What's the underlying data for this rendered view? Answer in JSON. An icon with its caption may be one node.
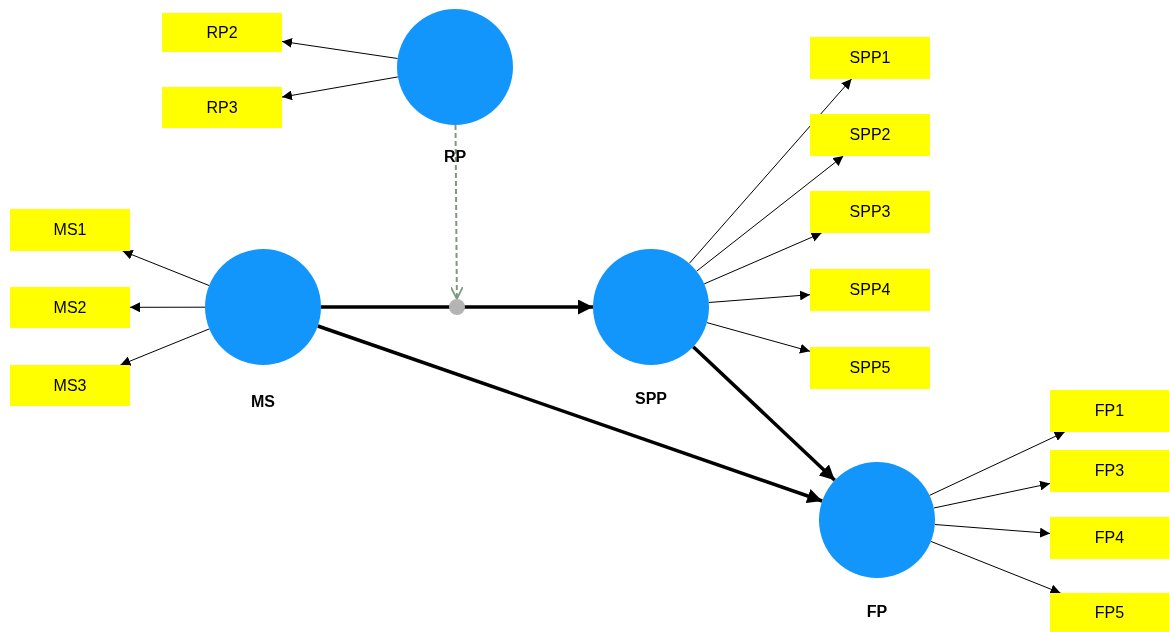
{
  "diagram": {
    "nodes": [
      {
        "text": [
          "RP"
        ]
      },
      {
        "text": [
          "RP2"
        ]
      },
      {
        "text": [
          "RP3"
        ]
      },
      {
        "text": [
          "MS"
        ]
      },
      {
        "text": [
          "MS1"
        ]
      },
      {
        "text": [
          "MS2"
        ]
      },
      {
        "text": [
          "MS3"
        ]
      },
      {
        "text": [
          "SPP"
        ]
      },
      {
        "text": [
          "SPP1"
        ]
      },
      {
        "text": [
          "SPP2"
        ]
      },
      {
        "text": [
          "SPP3"
        ]
      },
      {
        "text": [
          "SPP4"
        ]
      },
      {
        "text": [
          "SPP5"
        ]
      },
      {
        "text": [
          "FP"
        ]
      },
      {
        "text": [
          "FP1"
        ]
      },
      {
        "text": [
          "FP3"
        ]
      },
      {
        "text": [
          "FP4"
        ]
      },
      {
        "text": [
          "FP5"
        ]
      },
      {
        "text": [],
        "shape": "circle"
      }
    ],
    "edges": [
      {
        "from": 0,
        "to": 1,
        "arrow": "to"
      },
      {
        "from": 0,
        "to": 2,
        "arrow": "to"
      },
      {
        "from": 3,
        "to": 4,
        "arrow": "to"
      },
      {
        "from": 3,
        "to": 5,
        "arrow": "to"
      },
      {
        "from": 3,
        "to": 6,
        "arrow": "to"
      },
      {
        "from": 7,
        "to": 8,
        "arrow": "to"
      },
      {
        "from": 7,
        "to": 9,
        "arrow": "to"
      },
      {
        "from": 7,
        "to": 10,
        "arrow": "to"
      },
      {
        "from": 7,
        "to": 11,
        "arrow": "to"
      },
      {
        "from": 7,
        "to": 12,
        "arrow": "to"
      },
      {
        "from": 13,
        "to": 14,
        "arrow": "to"
      },
      {
        "from": 13,
        "to": 15,
        "arrow": "to"
      },
      {
        "from": 13,
        "to": 16,
        "arrow": "to"
      },
      {
        "from": 13,
        "to": 17,
        "arrow": "to"
      },
      {
        "from": 3,
        "to": 7,
        "arrow": "to",
        "style": "thick"
      },
      {
        "from": 3,
        "to": 13,
        "arrow": "to",
        "style": "thick"
      },
      {
        "from": 7,
        "to": 13,
        "arrow": "to",
        "style": "thick"
      },
      {
        "from": 0,
        "to": 18,
        "arrow": "to",
        "style": "dashed",
        "color": "#7c9a80"
      }
    ]
  }
}
